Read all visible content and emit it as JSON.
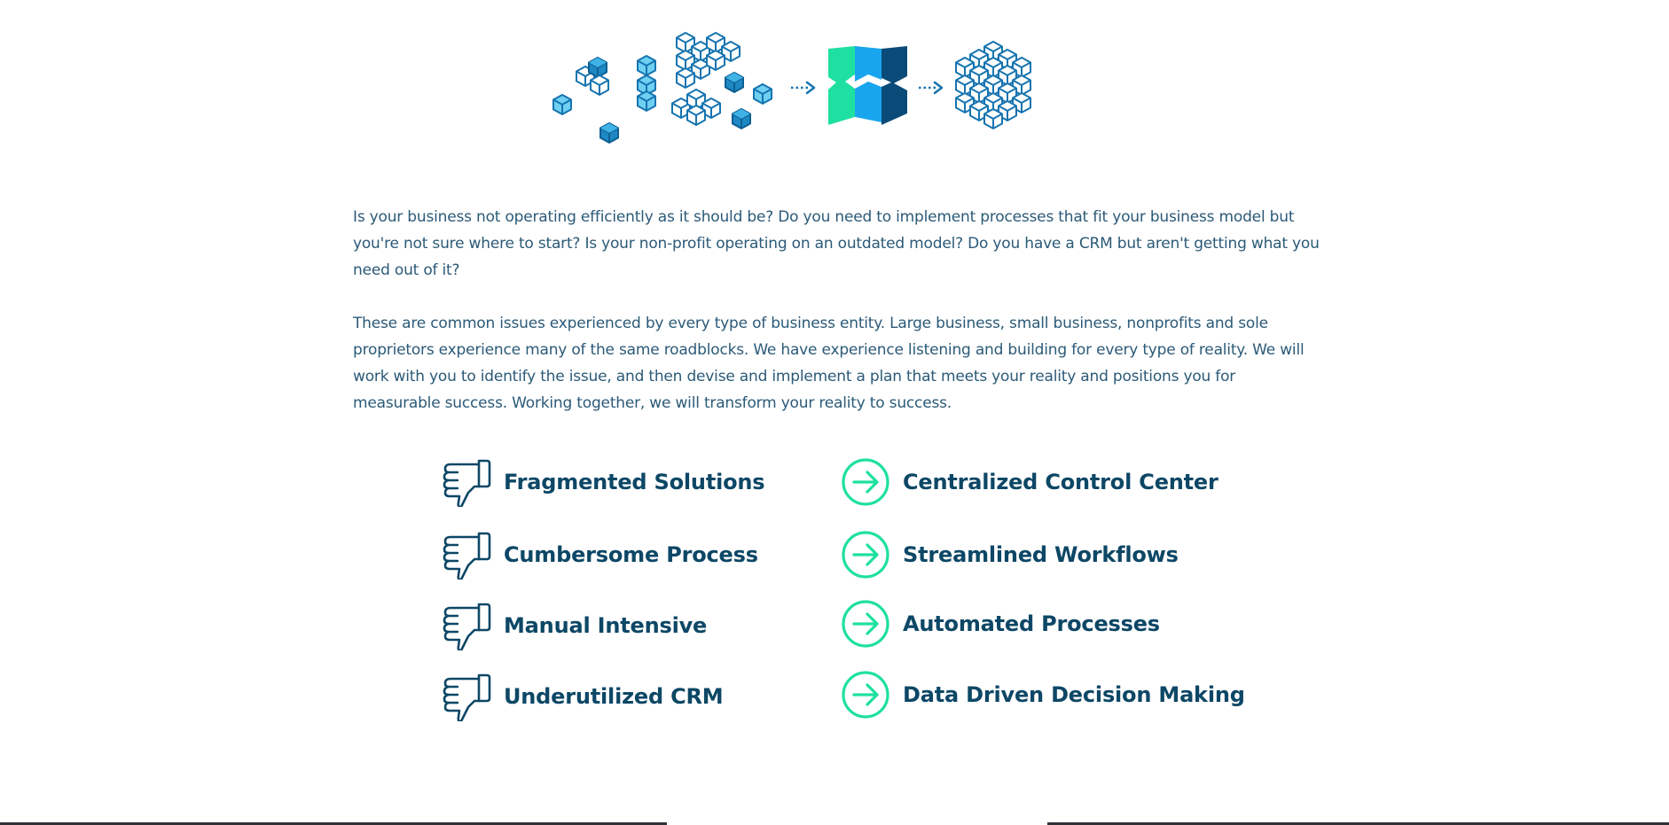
{
  "hero": {
    "icon": "fragmented-to-organized-illustration",
    "colors": {
      "light_cube": "#6fd0f2",
      "dark_cube": "#1d88c4",
      "outline": "#1674b0",
      "logo_green": "#1ee0a0",
      "logo_blue": "#19a5ee",
      "logo_navy": "#0a4a78"
    }
  },
  "intro": {
    "paragraph_1": "Is your business not operating efficiently as it should be? Do you need to implement processes that fit your business model but you're not sure where to start? Is your non-profit operating on an outdated model? Do you have a CRM but aren't getting what you need out of it?",
    "paragraph_2": "These are common issues experienced by every type of business entity. Large business, small business, nonprofits and sole proprietors experience many of the same roadblocks. We have experience listening and building for every type of reality. We will work with you to identify the issue, and then devise and implement a plan that meets your reality and positions you for measurable success. Working together, we will transform your reality to success."
  },
  "problems": [
    {
      "label": "Fragmented Solutions",
      "icon": "thumbs-down-icon"
    },
    {
      "label": "Cumbersome Process",
      "icon": "thumbs-down-icon"
    },
    {
      "label": "Manual Intensive",
      "icon": "thumbs-down-icon"
    },
    {
      "label": "Underutilized CRM",
      "icon": "thumbs-down-icon"
    }
  ],
  "solutions": [
    {
      "label": "Centralized Control Center",
      "icon": "arrow-circle-right-icon"
    },
    {
      "label": "Streamlined Workflows",
      "icon": "arrow-circle-right-icon"
    },
    {
      "label": "Automated Processes",
      "icon": "arrow-circle-right-icon"
    },
    {
      "label": "Data Driven Decision Making",
      "icon": "arrow-circle-right-icon"
    }
  ],
  "colors": {
    "body_text": "#2b5a78",
    "heading_text": "#0d4766",
    "thumb_stroke": "#0d4766",
    "arrow_green": "#1ee0a0"
  }
}
